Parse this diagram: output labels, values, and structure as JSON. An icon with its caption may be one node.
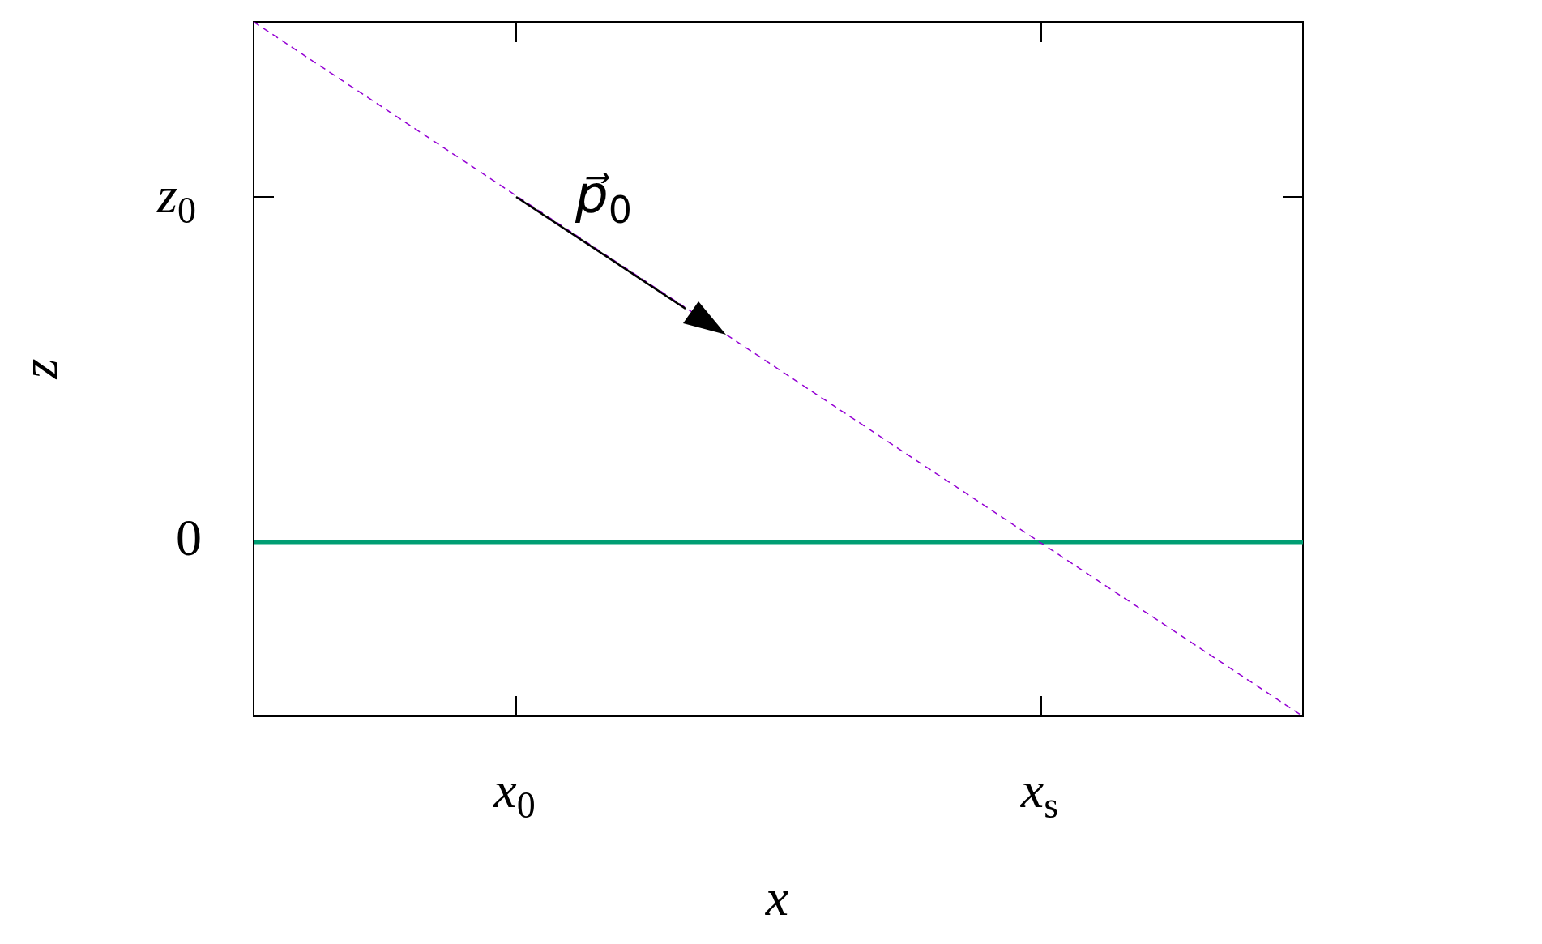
{
  "diagram": {
    "labels": [
      "*z*$_{0}$",
      "0",
      "*x*$_{0}$",
      "*x*$_{s}$",
      "*x*",
      "*z*",
      "*p⃗*$_{0}$"
    ]
  }
}
